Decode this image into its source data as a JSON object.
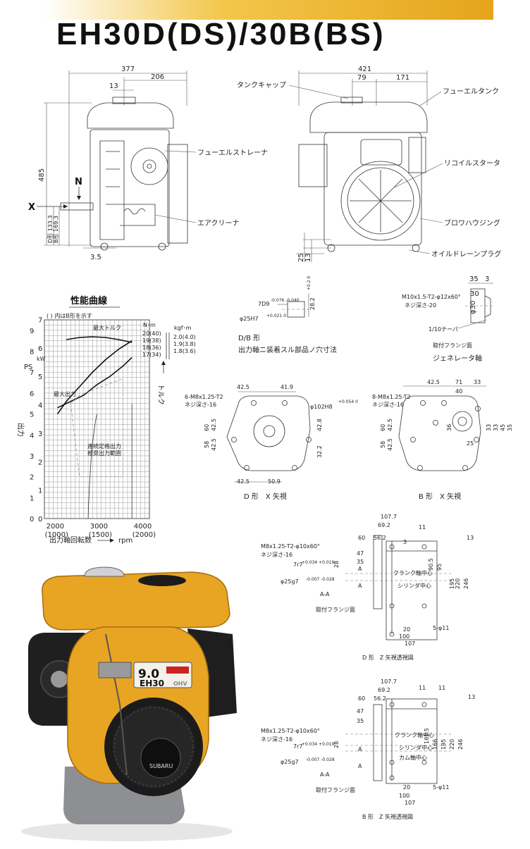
{
  "title": "EH30D(DS)/30B(BS)",
  "front_view": {
    "dims": {
      "total": "377",
      "half": "206",
      "offset": "13",
      "height": "485",
      "shaft_d": "D形 133.3",
      "shaft_b": "B形 169.3",
      "base": "3.5"
    },
    "markers": {
      "x": "X",
      "n": "N"
    },
    "labels": {
      "fuel_strainer": "フューエルストレーナ",
      "air_cleaner": "エアクリーナ"
    }
  },
  "side_view": {
    "dims": {
      "total": "421",
      "left": "79",
      "right": "171",
      "h25": "25",
      "h13": "13"
    },
    "labels": {
      "tank_cap": "タンクキャップ",
      "fuel_tank": "フューエルタンク",
      "recoil": "リコイルスタータ",
      "blower": "ブロワハウジング",
      "drain": "オイルドレーンプラグ"
    }
  },
  "performance_chart": {
    "title": "性能曲線",
    "note": "( ) 内はB形を示す",
    "max_torque": "最大トルク",
    "max_output": "最大出力",
    "continuous": [
      "連続定格出力",
      "推奨出力範囲"
    ],
    "torque_axis": {
      "unit_nm": "N･m",
      "unit_kgf": "kgf･m",
      "labels_nm": [
        "20(40)",
        "19(38)",
        "18(36)",
        "17(34)"
      ],
      "labels_kgf": [
        "2.0(4.0)",
        "1.9(3.8)",
        "1.8(3.6)"
      ],
      "label": "トルク"
    },
    "y_label": "出力",
    "y_units": [
      "kW",
      "PS"
    ],
    "x_label": "出力軸回転数",
    "x_unit": "rpm",
    "x_ticks": [
      {
        "d": "2000",
        "b": "(1000)"
      },
      {
        "d": "3000",
        "b": "(1500)"
      },
      {
        "d": "4000",
        "b": "(2000)"
      }
    ]
  },
  "chart_data": {
    "type": "line",
    "title": "性能曲線",
    "xlabel": "出力軸回転数 rpm",
    "ylabel": "出力",
    "x_ticks": [
      2000,
      3000,
      4000
    ],
    "x_ticks_b": [
      1000,
      1500,
      2000
    ],
    "kw_ticks": [
      0,
      1,
      2,
      3,
      4,
      5,
      6,
      7
    ],
    "ps_ticks": [
      0,
      1,
      2,
      3,
      4,
      5,
      6,
      7,
      8,
      9
    ],
    "ylim_ps": [
      0,
      9.5
    ],
    "xlim": [
      1700,
      4100
    ],
    "series": [
      {
        "name": "最大出力",
        "x": [
          2000,
          2200,
          2500,
          2800,
          3100,
          3400,
          3700
        ],
        "y_ps": [
          5.0,
          5.6,
          6.3,
          7.0,
          7.6,
          8.1,
          8.5
        ]
      },
      {
        "name": "連続定格出力",
        "x": [
          2000,
          2300,
          2600,
          2900,
          3200,
          3500,
          3700
        ],
        "y_ps": [
          5.3,
          5.6,
          5.9,
          6.4,
          6.8,
          7.3,
          7.7
        ]
      },
      {
        "name": "最大トルク",
        "x": [
          2200,
          2500,
          2800,
          3100,
          3400,
          3700
        ],
        "y_nm": [
          19.4,
          19.7,
          19.8,
          19.7,
          19.4,
          19.0
        ]
      }
    ]
  },
  "db_detail": {
    "labels": [
      "7D9",
      "φ25H7",
      "28.2",
      "D/B 形",
      "出力軸ニ装着スル部品ノ穴寸法"
    ],
    "tol_a": "-0.076 -0.040",
    "tol_b": "+0.021 0",
    "tol_c": "+0.2 0"
  },
  "generator_shaft": {
    "labels": [
      "35",
      "3",
      "30",
      "φ30",
      "M10x1.5-T2-φ12x60°",
      "ネジ深さ-20",
      "1/10テーパ",
      "取付フランジ面",
      "ジェネレータ軸"
    ]
  },
  "d_x_view": {
    "labels": [
      "42.5",
      "41.9",
      "6-M8x1.25-T2",
      "ネジ深さ-16",
      "φ102H8",
      "60",
      "42.5",
      "58",
      "42.5",
      "42.8",
      "32.2",
      "42.5",
      "50.9",
      "D 形　X 矢視"
    ],
    "tol": "+0.054 0"
  },
  "b_x_view": {
    "labels": [
      "42.5",
      "71",
      "33",
      "40",
      "8-M8x1.25-T2",
      "ネジ深さ-16",
      "60",
      "42.5",
      "58",
      "42.5",
      "36",
      "33",
      "33",
      "45",
      "35",
      "25",
      "B 形　X 矢視"
    ]
  },
  "d_z_view": {
    "labels": [
      "107.7",
      "69.2",
      "56.2",
      "60",
      "11",
      "3",
      "13",
      "47",
      "35",
      "28",
      "M8x1.25-T2-φ10x60°",
      "ネジ深さ-16",
      "7r7",
      "φ25g7",
      "A",
      "A",
      "A-A",
      "クランク軸中心",
      "シリンダ中心",
      "90.5",
      "95",
      "195",
      "220",
      "246",
      "20",
      "100",
      "107",
      "5-φ11",
      "取付フランジ面",
      "D 形　Z 矢視透視図"
    ],
    "tol_r": "+0.034 +0.019",
    "tol_g": "-0.007 -0.028"
  },
  "b_z_view": {
    "labels": [
      "107.7",
      "69.2",
      "56.2",
      "60",
      "11",
      "11",
      "13",
      "47",
      "35",
      "28",
      "M8x1.25-T2-φ10x60°",
      "ネジ深さ-16",
      "7r7",
      "φ25g7",
      "A",
      "A",
      "A-A",
      "クランク軸中心",
      "シリンダ中心",
      "カム軸中心",
      "161.5",
      "166",
      "195",
      "220",
      "246",
      "20",
      "100",
      "107",
      "5-φ11",
      "取付フランジ面",
      "B 形　Z 矢視透視図"
    ],
    "tol_r": "+0.034 +0.019",
    "tol_g": "-0.007 -0.028"
  },
  "photo": {
    "badge": "9.0",
    "model": "EH30",
    "brand": "SUBARU",
    "ohv": "OHV"
  },
  "colors": {
    "engine": "#e8a524",
    "engine_dark": "#b87a10",
    "banner": "#f0b530"
  }
}
